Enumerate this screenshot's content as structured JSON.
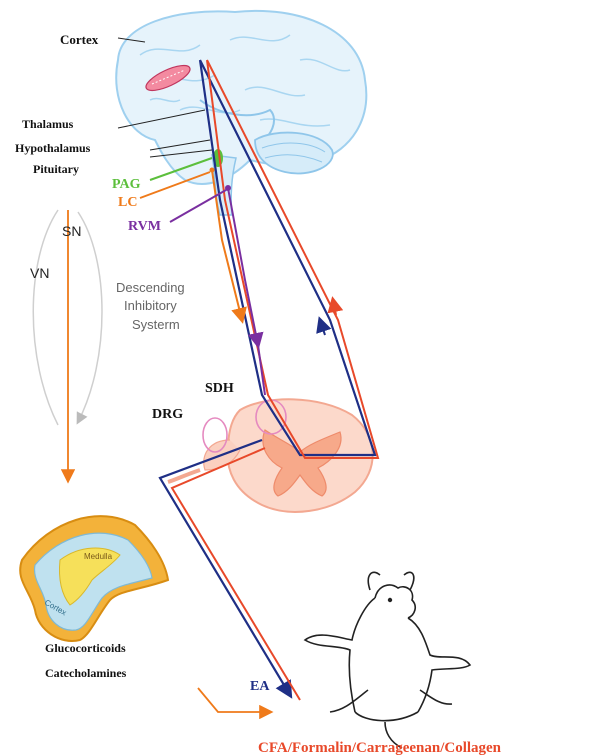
{
  "labels": {
    "cortex": "Cortex",
    "thalamus": "Thalamus",
    "hypothalamus": "Hypothalamus",
    "pituitary": "Pituitary",
    "pag": "PAG",
    "lc": "LC",
    "rvm": "RVM",
    "sn": "SN",
    "vn": "VN",
    "descending_line1": "Descending",
    "descending_line2": "Inhibitory",
    "descending_line3": "Systerm",
    "sdh": "SDH",
    "drg": "DRG",
    "medulla": "Medulla",
    "adrenal_cortex": "Cortex",
    "glucocorticoids": "Glucocorticoids",
    "catecholamines": "Catecholamines",
    "ea": "EA",
    "stimuli": "CFA/Formalin/Carrageenan/Collagen"
  },
  "colors": {
    "ascending_red": "#e8492a",
    "descending_navy": "#1f2f86",
    "pag_green": "#5cbf3c",
    "lc_orange": "#ef7a1a",
    "rvm_purple": "#7a2fa0",
    "text_gray": "#666666",
    "brain_blue": "#9fd0ef",
    "spinal_pink": "#f6b9a3"
  },
  "icons": [
    "brain-illustration",
    "spinal-cord-cross-section",
    "adrenal-gland-illustration",
    "rat-outline"
  ]
}
